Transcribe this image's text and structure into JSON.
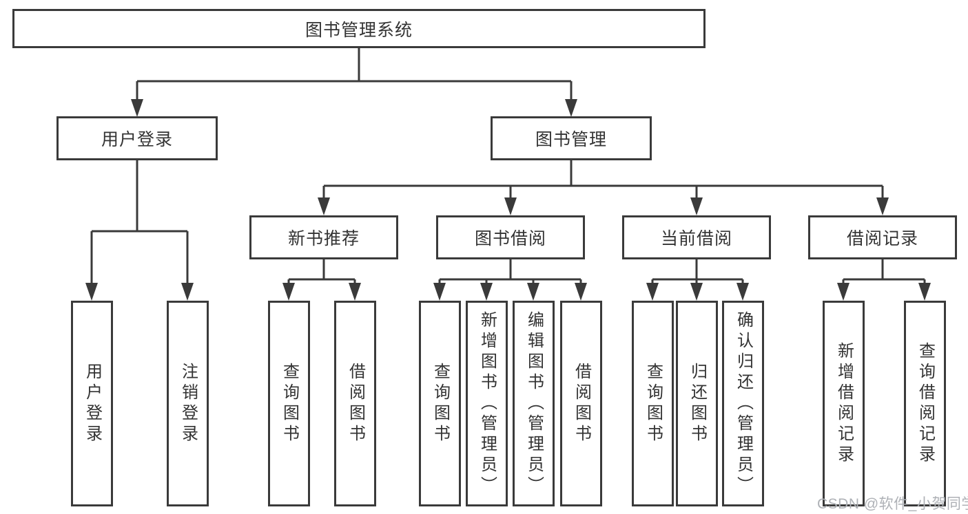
{
  "tree": {
    "root": {
      "label": "图书管理系统"
    },
    "branches": [
      {
        "label": "用户登录",
        "children": [
          {
            "label": "用户登录"
          },
          {
            "label": "注销登录"
          }
        ]
      },
      {
        "label": "图书管理",
        "children": [
          {
            "label": "新书推荐",
            "children": [
              {
                "label": "查询图书"
              },
              {
                "label": "借阅图书"
              }
            ]
          },
          {
            "label": "图书借阅",
            "children": [
              {
                "label": "查询图书"
              },
              {
                "label": "新增图书（管理员）"
              },
              {
                "label": "编辑图书（管理员）"
              },
              {
                "label": "借阅图书"
              }
            ]
          },
          {
            "label": "当前借阅",
            "children": [
              {
                "label": "查询图书"
              },
              {
                "label": "归还图书"
              },
              {
                "label": "确认归还（管理员）"
              }
            ]
          },
          {
            "label": "借阅记录",
            "children": [
              {
                "label": "新增借阅记录"
              },
              {
                "label": "查询借阅记录"
              }
            ]
          }
        ]
      }
    ]
  },
  "watermark": {
    "text": "CSDN @软件_小贺同学"
  },
  "colors": {
    "line": "#3a3a3a",
    "text": "#333333",
    "watermark": "#aeb1b6",
    "background": "#ffffff"
  }
}
